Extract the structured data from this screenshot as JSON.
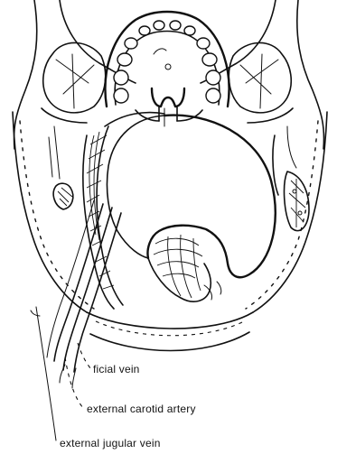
{
  "labels": {
    "facial_vein": "ficial vein",
    "external_carotid_artery": "external carotid artery",
    "external_jugular_vein": "external jugular vein"
  },
  "colors": {
    "ink": "#111111",
    "background": "#ffffff"
  }
}
